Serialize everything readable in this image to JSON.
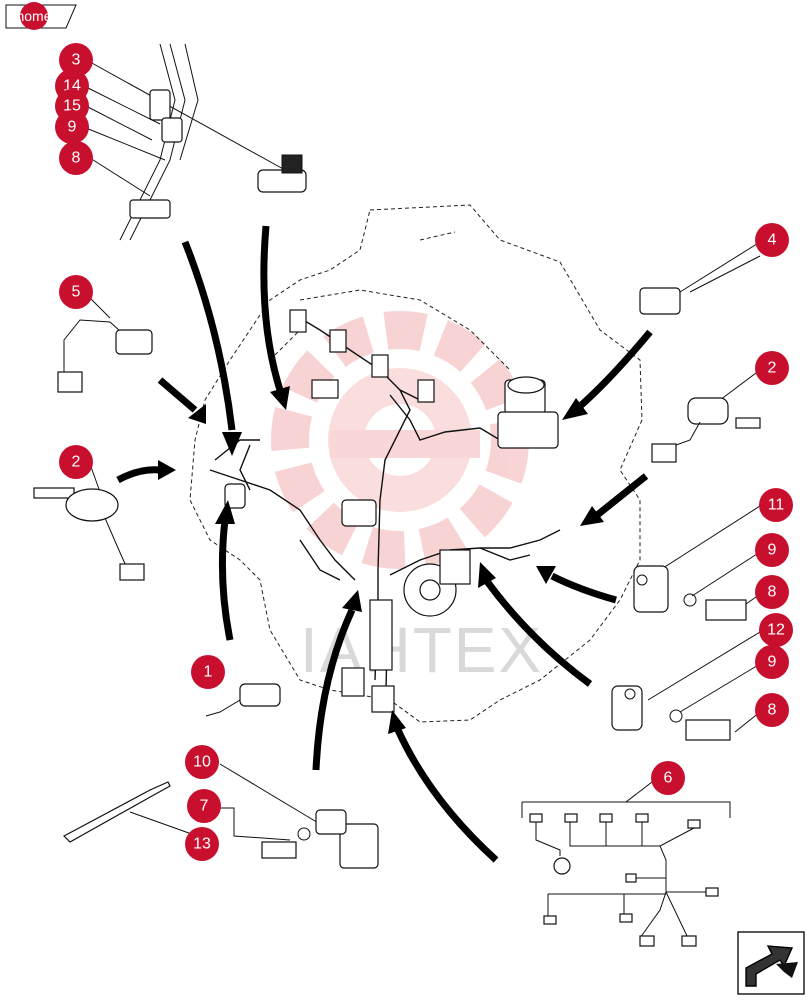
{
  "nav": {
    "home_label": "home"
  },
  "watermark": {
    "text": "IAHTEX",
    "color": "#f0b0b0"
  },
  "accent_color": "#c8102e",
  "callouts": [
    "3",
    "14",
    "15",
    "9",
    "8",
    "5",
    "2",
    "4",
    "2",
    "11",
    "9",
    "8",
    "12",
    "9",
    "8",
    "1",
    "10",
    "7",
    "13",
    "6"
  ],
  "icons": {
    "next_page": "arrow-next-icon"
  }
}
